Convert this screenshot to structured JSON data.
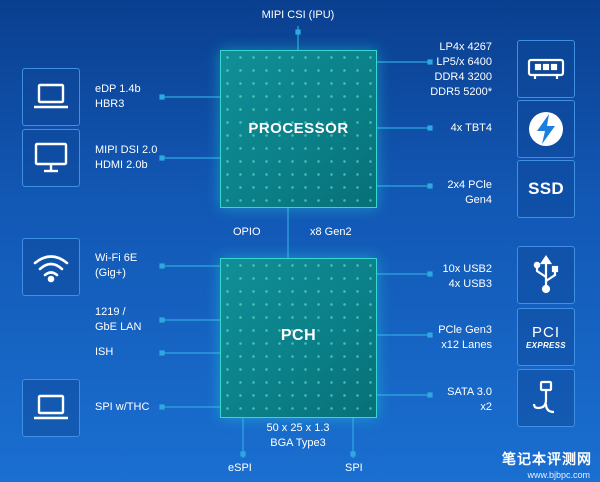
{
  "processor": {
    "label": "PROCESSOR"
  },
  "pch": {
    "label": "PCH"
  },
  "top_label": "MIPI CSI (IPU)",
  "bridge": {
    "left": "OPIO",
    "right": "x8 Gen2"
  },
  "left_labels": {
    "edp": [
      "eDP 1.4b",
      "HBR3"
    ],
    "mipi": [
      "MIPI DSI 2.0",
      "HDMI 2.0b"
    ],
    "wifi": [
      "Wi-Fi 6E",
      "(Gig+)"
    ],
    "lan": [
      "1219 /",
      "GbE LAN"
    ],
    "ish": "ISH",
    "spi_thc": "SPI w/THC"
  },
  "right_labels": {
    "memory": [
      "LP4x 4267",
      "LP5/x 6400",
      "DDR4 3200",
      "DDR5 5200*"
    ],
    "tbt": "4x TBT4",
    "pcie_cpu": [
      "2x4 PCle",
      "Gen4"
    ],
    "usb": [
      "10x USB2",
      "4x USB3"
    ],
    "pcie_pch": [
      "PCle Gen3",
      "x12 Lanes"
    ],
    "sata": [
      "SATA 3.0",
      "x2"
    ]
  },
  "bottom": {
    "package": [
      "50 x 25 x 1.3",
      "BGA Type3"
    ],
    "espi": "eSPI",
    "spi": "SPI"
  },
  "icons": {
    "left": [
      "laptop-icon",
      "monitor-icon",
      "wifi-icon",
      "laptop-icon"
    ],
    "right": [
      "memory-module-icon",
      "thunderbolt-icon",
      "ssd-icon",
      "usb-icon",
      "pci-express-icon",
      "sata-icon"
    ]
  },
  "ssd_text": "SSD",
  "pci_logo": {
    "top": "PCI",
    "bottom": "EXPRESS"
  },
  "watermark": {
    "main": "笔记本评测网",
    "sub": "www.bjbpc.com"
  },
  "colors": {
    "chip": "#0b8088",
    "chip_border": "#38d6d0",
    "wire": "#2fa8e0",
    "background": "#1257b4"
  }
}
